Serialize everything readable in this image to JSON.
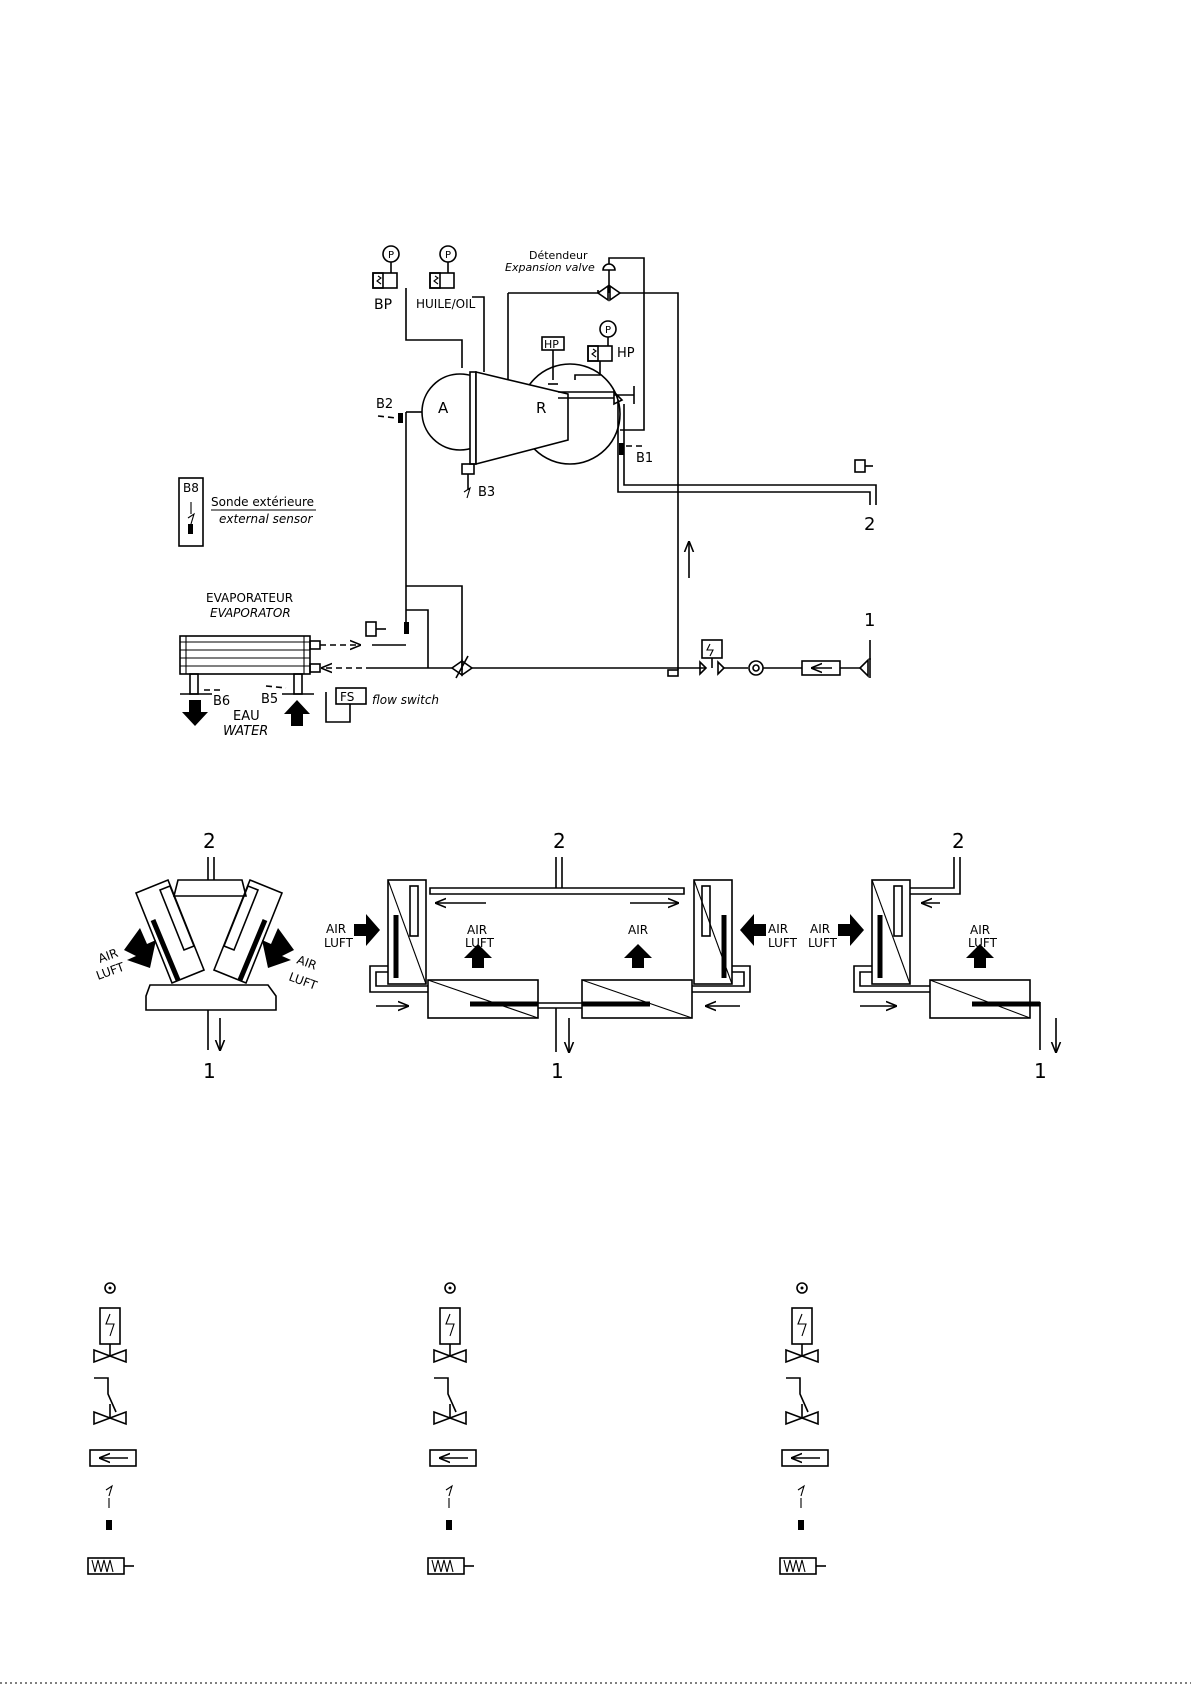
{
  "schematic": {
    "labels": {
      "bp": "BP",
      "huile": "HUILE/OIL",
      "detendeur": "Détendeur",
      "expansion_valve": "Expansion valve",
      "hp_box": "HP",
      "hp": "HP",
      "a": "A",
      "r": "R",
      "b1": "B1",
      "b2": "B2",
      "b3": "B3",
      "b5": "B5",
      "b6": "B6",
      "b8": "B8",
      "sonde": "Sonde extérieure",
      "external_sensor": "external sensor",
      "evaporateur": "EVAPORATEUR",
      "evaporator": "EVAPORATOR",
      "eau": "EAU",
      "water": "WATER",
      "fs": "FS",
      "flow_switch": "flow switch",
      "p": "P",
      "port_2": "2",
      "port_1": "1"
    }
  },
  "condensers": {
    "air": "AIR",
    "luft": "LUFT",
    "port_1": "1",
    "port_2": "2"
  }
}
